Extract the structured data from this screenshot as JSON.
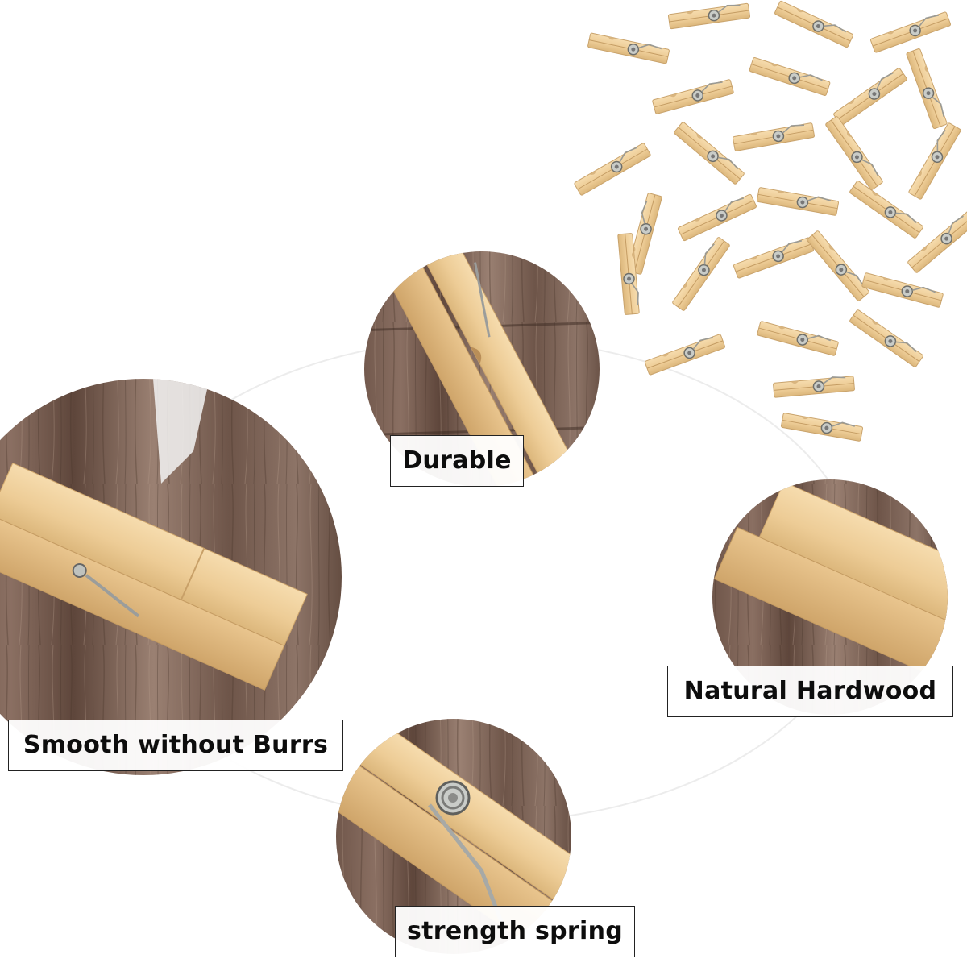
{
  "features": [
    {
      "id": "durable",
      "label": "Durable"
    },
    {
      "id": "smooth",
      "label": "Smooth without Burrs"
    },
    {
      "id": "hardwood",
      "label": "Natural Hardwood"
    },
    {
      "id": "spring",
      "label": "strength spring"
    }
  ]
}
